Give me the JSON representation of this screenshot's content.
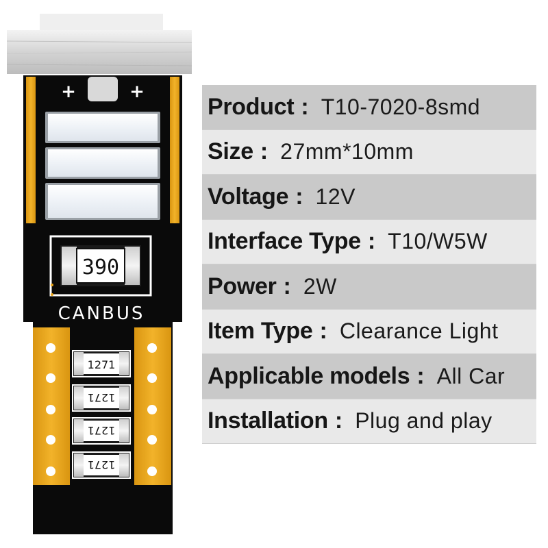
{
  "product_image": {
    "resistor_code": "390",
    "board_text": "CANBUS",
    "chip_code": "1271",
    "plus_sign": "+",
    "colors": {
      "board": "#0a0a0a",
      "gold": "#e8a316",
      "led": "#f4f7fb"
    }
  },
  "specs": [
    {
      "label": "Product",
      "sep": ":",
      "value": "T10-7020-8smd"
    },
    {
      "label": "Size",
      "sep": ":",
      "value": "27mm*10mm"
    },
    {
      "label": "Voltage",
      "sep": ":",
      "value": "12V"
    },
    {
      "label": "Interface Type",
      "sep": ":",
      "value": "T10/W5W"
    },
    {
      "label": "Power",
      "sep": ":",
      "value": "2W"
    },
    {
      "label": "Item Type",
      "sep": ":",
      "value": "Clearance Light"
    },
    {
      "label": "Applicable models",
      "sep": ":",
      "value": "All Car"
    },
    {
      "label": "Installation",
      "sep": ":",
      "value": "Plug and play"
    }
  ]
}
